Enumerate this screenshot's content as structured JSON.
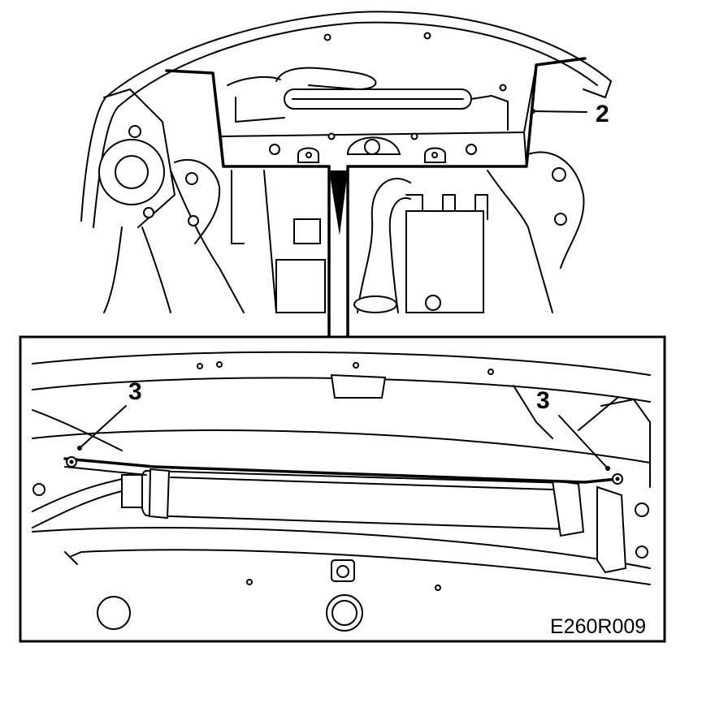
{
  "figure": {
    "callouts": [
      {
        "id": "callout-2",
        "label": "2"
      },
      {
        "id": "callout-3-left",
        "label": "3"
      },
      {
        "id": "callout-3-right",
        "label": "3"
      }
    ],
    "reference_code": "E260R009"
  }
}
